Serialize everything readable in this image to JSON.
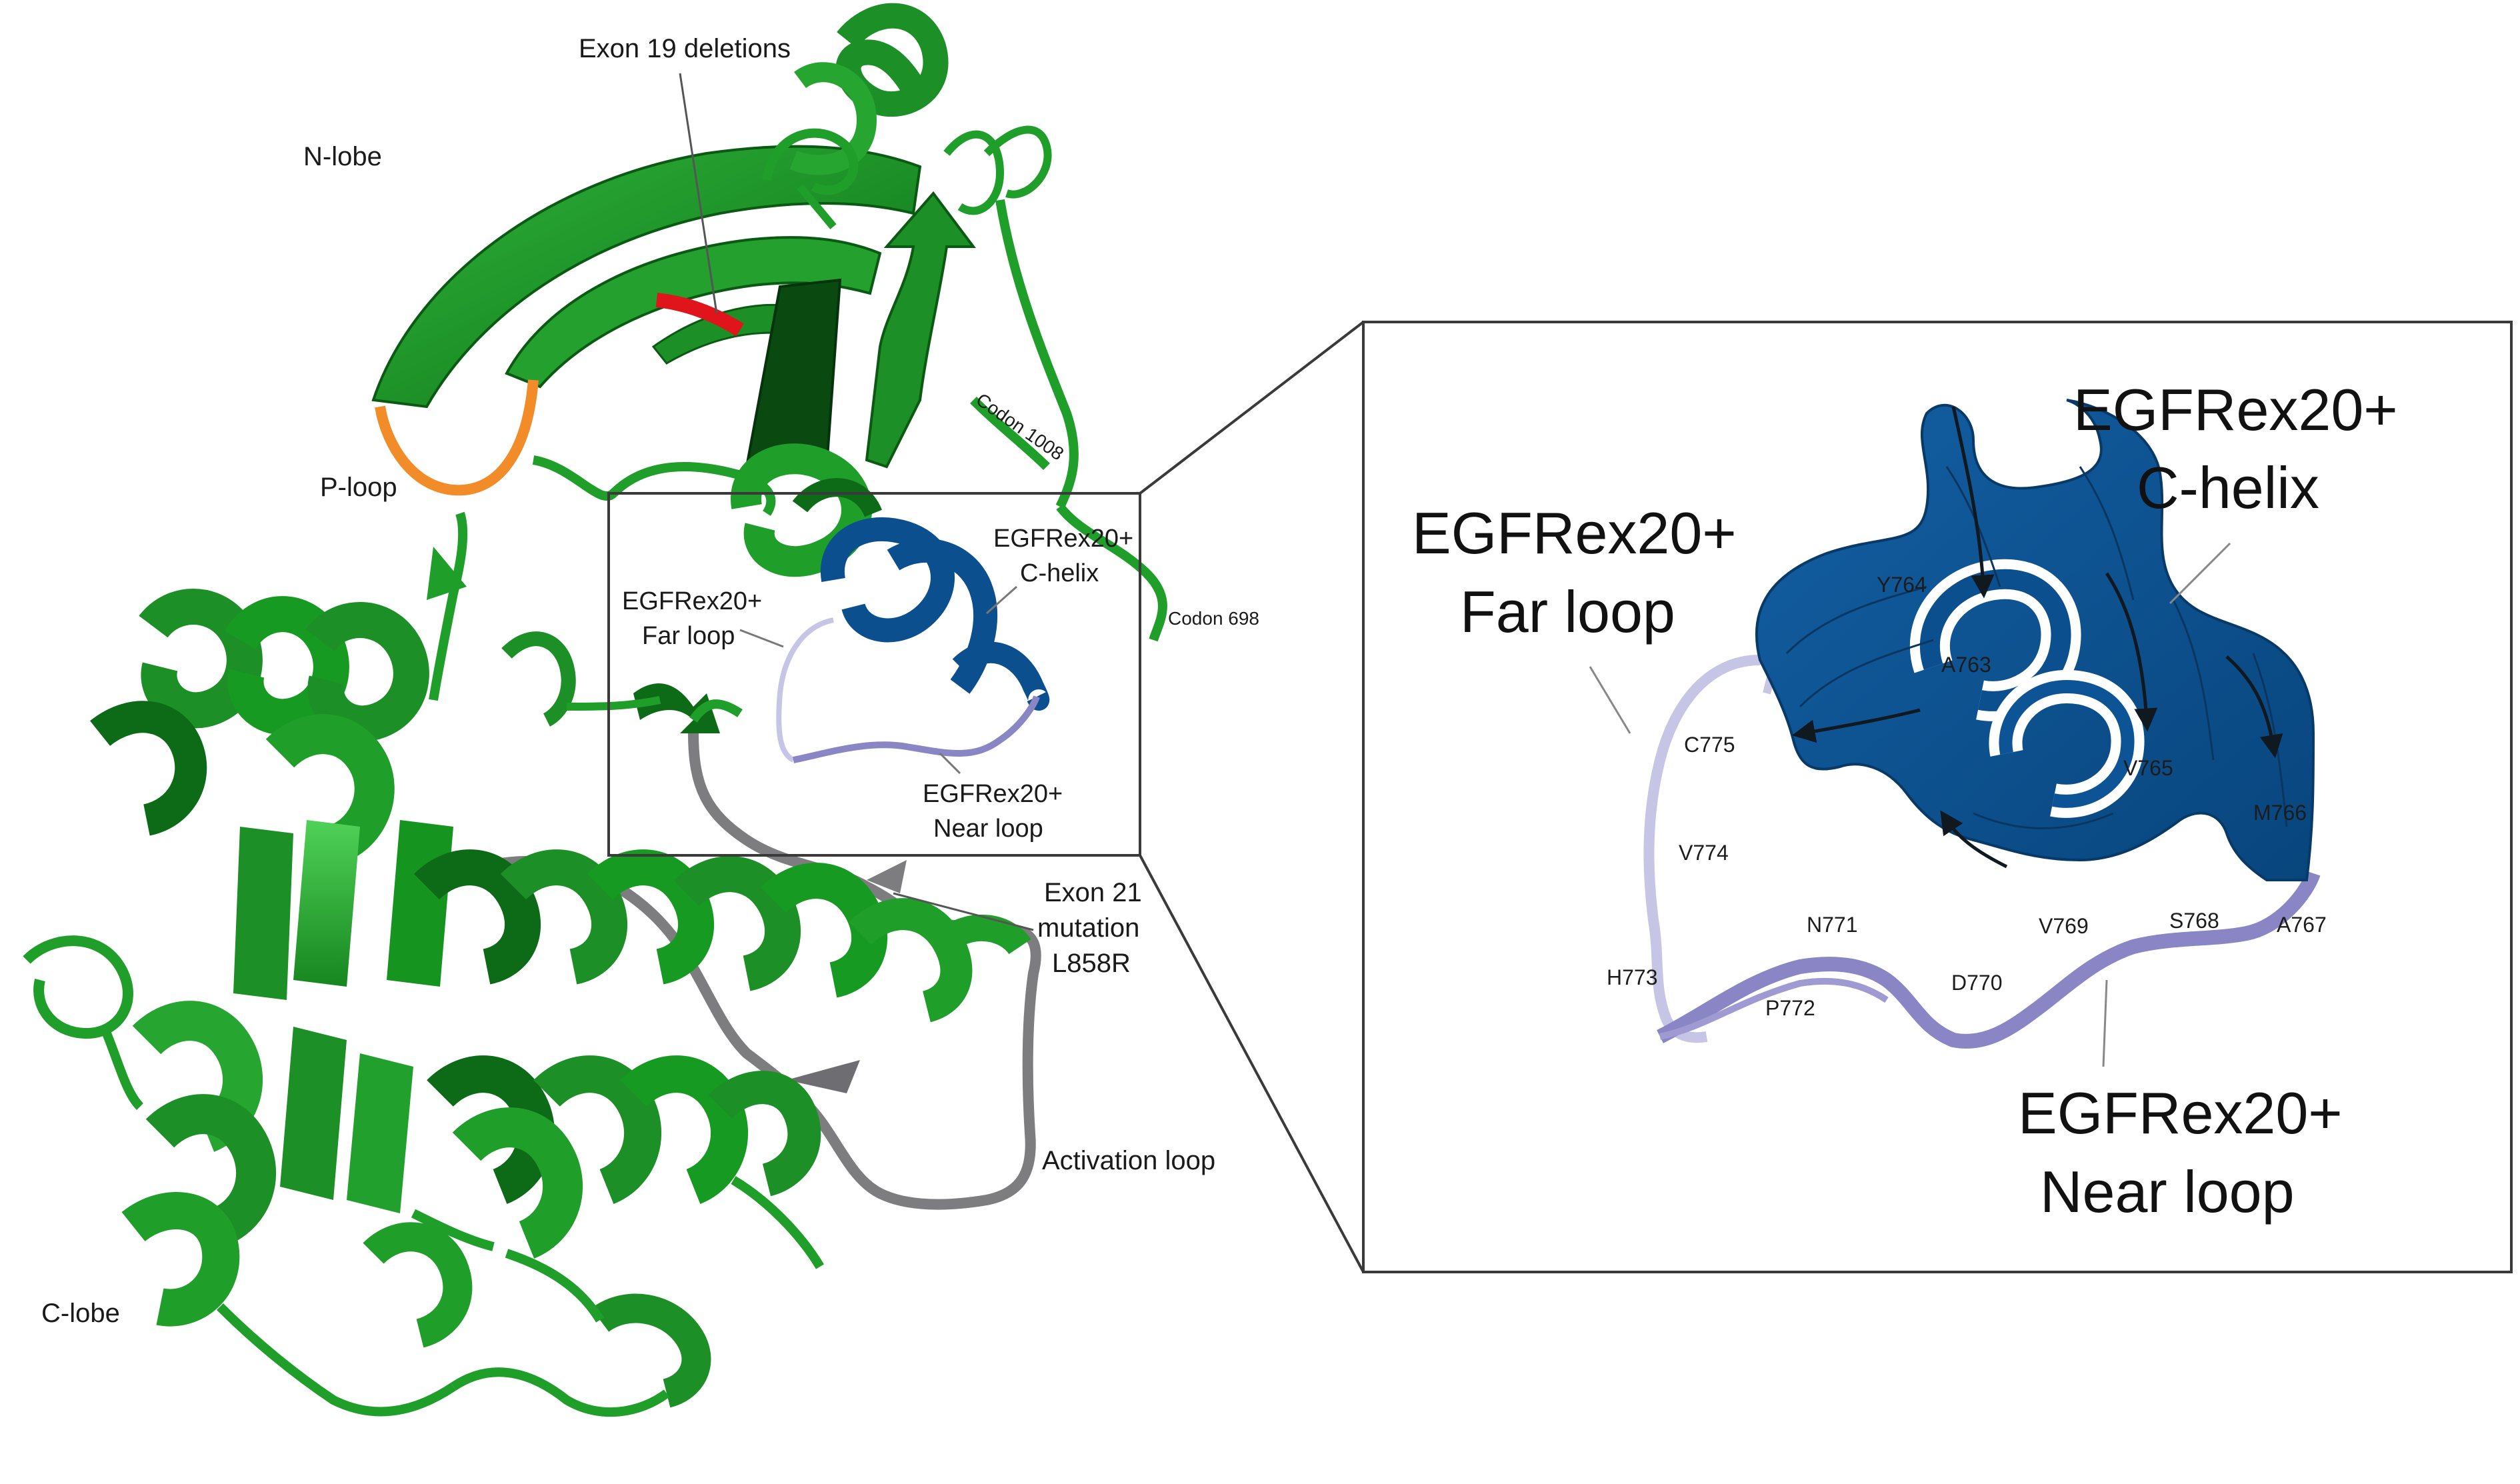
{
  "colors": {
    "protein": "#1f9e2a",
    "protein_dark": "#0b5a13",
    "protein_light": "#3fc447",
    "p_loop": "#f28c28",
    "exon19": "#e0141b",
    "activation_loop": "#7d7d80",
    "c_helix": "#0b4f8e",
    "c_helix_line": "#0a3762",
    "near_loop": "#8a86c6",
    "far_loop": "#c7c5e6",
    "box_stroke": "#3a3a3a"
  },
  "labels": {
    "n_lobe": "N-lobe",
    "c_lobe": "C-lobe",
    "p_loop": "P-loop",
    "exon19": "Exon 19 deletions",
    "codon1008": "Codon 1008",
    "codon698": "Codon 698",
    "activation_loop": "Activation loop",
    "exon21": [
      "Exon 21",
      "mutation",
      "L858R"
    ],
    "small_c_helix": [
      "EGFRex20+",
      "C-helix"
    ],
    "small_far_loop": [
      "EGFRex20+",
      "Far loop"
    ],
    "small_near_loop": [
      "EGFRex20+",
      "Near loop"
    ]
  },
  "inset": {
    "c_helix": [
      "EGFRex20+",
      "C-helix"
    ],
    "far_loop": [
      "EGFRex20+",
      "Far loop"
    ],
    "near_loop": [
      "EGFRex20+",
      "Near loop"
    ],
    "residues": {
      "y764": "Y764",
      "a763": "A763",
      "v765": "V765",
      "m766": "M766",
      "a767": "A767",
      "s768": "S768",
      "v769": "V769",
      "d770": "D770",
      "n771": "N771",
      "p772": "P772",
      "h773": "H773",
      "v774": "V774",
      "c775": "C775"
    }
  }
}
